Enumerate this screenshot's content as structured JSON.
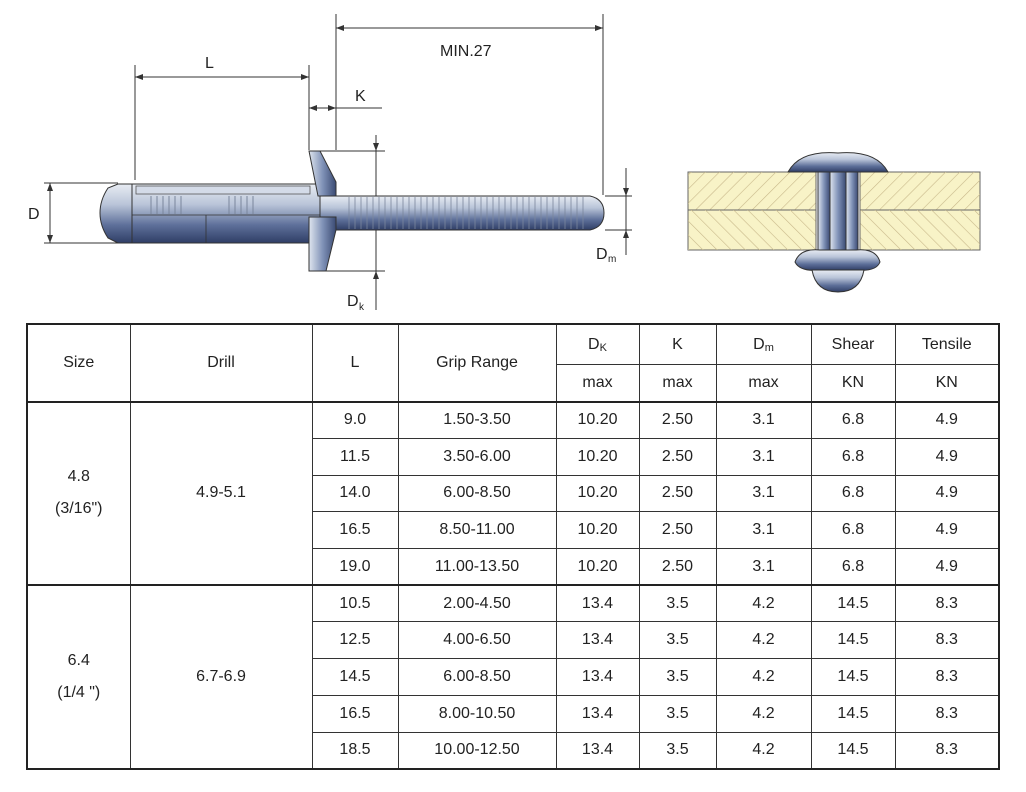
{
  "diagram": {
    "dim_min": "MIN.27",
    "dim_L": "L",
    "dim_K": "K",
    "dim_D": "D",
    "dim_Dm_main": "D",
    "dim_Dm_sub": "m",
    "dim_Dk_main": "D",
    "dim_Dk_sub": "k"
  },
  "table": {
    "headers": {
      "size": "Size",
      "drill": "Drill",
      "L": "L",
      "grip": "Grip Range",
      "dk_main": "D",
      "dk_sub": "K",
      "k": "K",
      "dm_main": "D",
      "dm_sub": "m",
      "shear": "Shear",
      "tensile": "Tensile",
      "dk_unit": "max",
      "k_unit": "max",
      "dm_unit": "max",
      "shear_unit": "KN",
      "tensile_unit": "KN"
    },
    "groups": [
      {
        "size": "4.8",
        "size_inch": "(3/16\")",
        "drill": "4.9-5.1",
        "rows": [
          {
            "L": "9.0",
            "grip": "1.50-3.50",
            "dk": "10.20",
            "k": "2.50",
            "dm": "3.1",
            "shear": "6.8",
            "tensile": "4.9"
          },
          {
            "L": "11.5",
            "grip": "3.50-6.00",
            "dk": "10.20",
            "k": "2.50",
            "dm": "3.1",
            "shear": "6.8",
            "tensile": "4.9"
          },
          {
            "L": "14.0",
            "grip": "6.00-8.50",
            "dk": "10.20",
            "k": "2.50",
            "dm": "3.1",
            "shear": "6.8",
            "tensile": "4.9"
          },
          {
            "L": "16.5",
            "grip": "8.50-11.00",
            "dk": "10.20",
            "k": "2.50",
            "dm": "3.1",
            "shear": "6.8",
            "tensile": "4.9"
          },
          {
            "L": "19.0",
            "grip": "11.00-13.50",
            "dk": "10.20",
            "k": "2.50",
            "dm": "3.1",
            "shear": "6.8",
            "tensile": "4.9"
          }
        ]
      },
      {
        "size": "6.4",
        "size_inch": "(1/4 \")",
        "drill": "6.7-6.9",
        "rows": [
          {
            "L": "10.5",
            "grip": "2.00-4.50",
            "dk": "13.4",
            "k": "3.5",
            "dm": "4.2",
            "shear": "14.5",
            "tensile": "8.3"
          },
          {
            "L": "12.5",
            "grip": "4.00-6.50",
            "dk": "13.4",
            "k": "3.5",
            "dm": "4.2",
            "shear": "14.5",
            "tensile": "8.3"
          },
          {
            "L": "14.5",
            "grip": "6.00-8.50",
            "dk": "13.4",
            "k": "3.5",
            "dm": "4.2",
            "shear": "14.5",
            "tensile": "8.3"
          },
          {
            "L": "16.5",
            "grip": "8.00-10.50",
            "dk": "13.4",
            "k": "3.5",
            "dm": "4.2",
            "shear": "14.5",
            "tensile": "8.3"
          },
          {
            "L": "18.5",
            "grip": "10.00-12.50",
            "dk": "13.4",
            "k": "3.5",
            "dm": "4.2",
            "shear": "14.5",
            "tensile": "8.3"
          }
        ]
      }
    ]
  }
}
